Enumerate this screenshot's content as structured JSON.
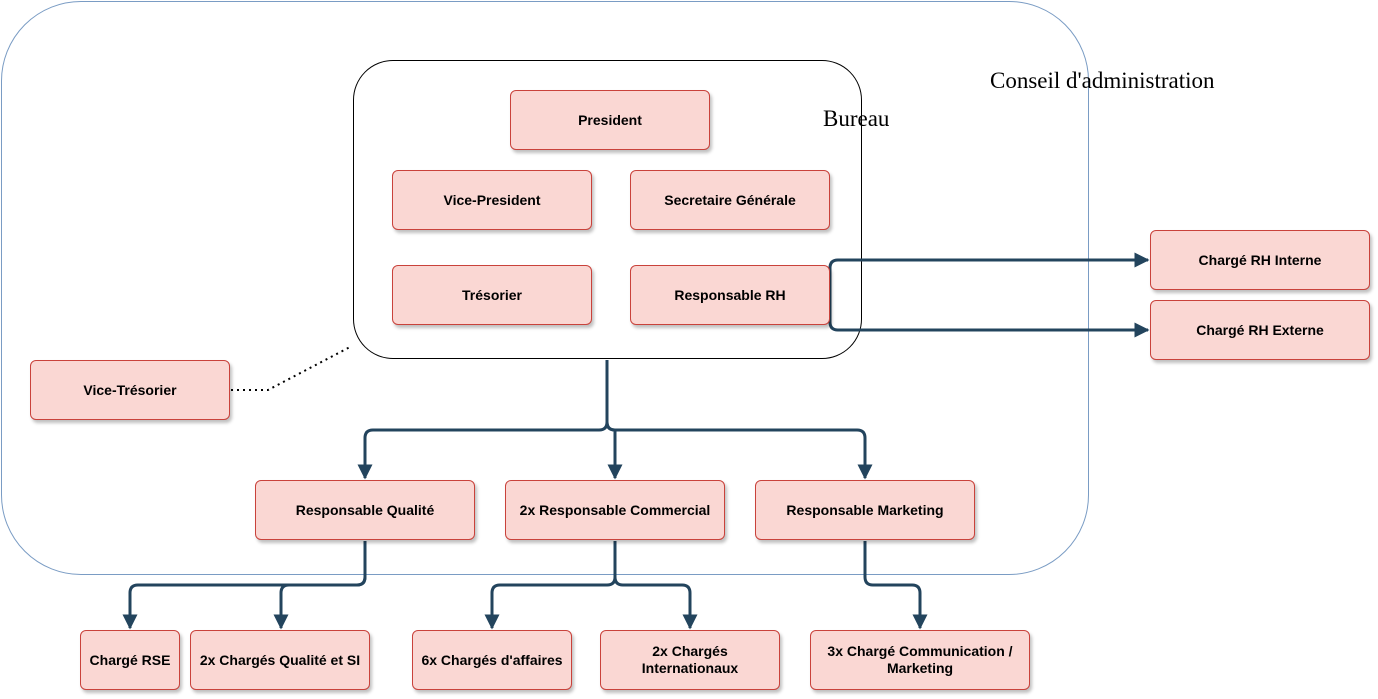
{
  "groups": {
    "conseil": "Conseil d'administration",
    "bureau": "Bureau"
  },
  "nodes": {
    "president": "President",
    "vice_president": "Vice-President",
    "secretaire": "Secretaire Générale",
    "tresorier": "Trésorier",
    "responsable_rh": "Responsable RH",
    "vice_tresorier": "Vice-Trésorier",
    "rh_interne": "Chargé RH Interne",
    "rh_externe": "Chargé RH Externe",
    "resp_qualite": "Responsable Qualité",
    "resp_commercial": "2x Responsable Commercial",
    "resp_marketing": "Responsable Marketing",
    "charge_rse": "Chargé RSE",
    "charges_qualite_si": "2x Chargés Qualité et SI",
    "charges_affaires": "6x Chargés d'affaires",
    "charges_internationaux": "2x Chargés Internationaux",
    "charge_communication": "3x Chargé Communication / Marketing"
  },
  "colors": {
    "node_fill": "#fad7d3",
    "node_border": "#c9423b",
    "edge": "#23445d",
    "conseil_border": "#7a9cc4"
  }
}
